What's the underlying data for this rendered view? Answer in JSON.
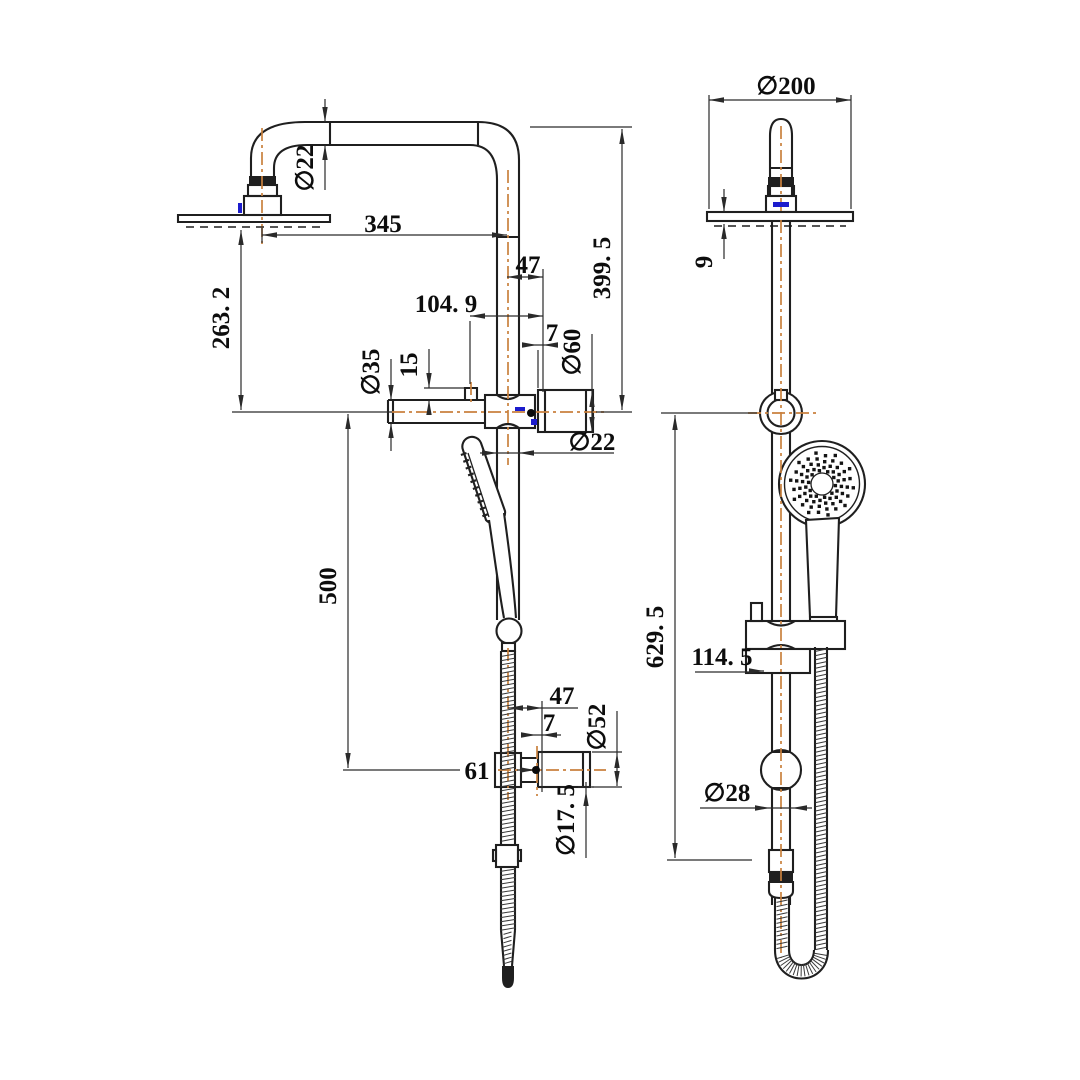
{
  "colors": {
    "line": "#1f1f1f",
    "thin": "#2a2a2a",
    "centerline": "#c9813e",
    "accent": "#1c1ccd",
    "background": "#ffffff"
  },
  "views": {
    "side": {
      "dims": {
        "arm_diameter": "∅22",
        "arm_reach": "345",
        "head_drop": "263. 2",
        "riser_height": "399. 5",
        "offset_top": "47",
        "union_offset": "104. 9",
        "step_top": "7",
        "wall_flange_diameter": "∅60",
        "union_diameter": "∅35",
        "notch_height": "15",
        "pipe_diameter": "∅22",
        "rail_length": "500",
        "outlet_offset": "47",
        "step_bottom": "7",
        "outlet_diameter": "∅52",
        "hose_offset": "61",
        "hose_diameter": "∅17. 5"
      }
    },
    "front": {
      "dims": {
        "head_diameter": "∅200",
        "plate_thickness": "9",
        "rail_height": "629. 5",
        "bracket_offset": "114. 5",
        "rail_diameter": "∅28"
      }
    }
  }
}
